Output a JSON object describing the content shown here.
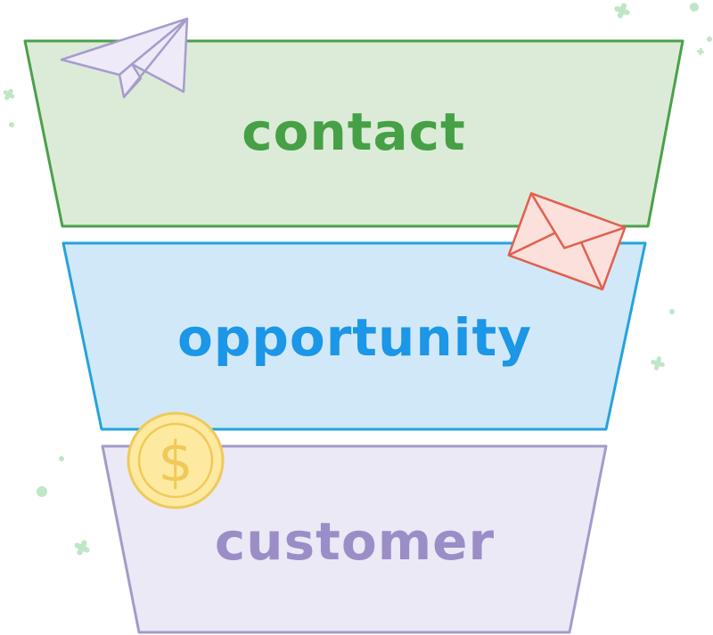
{
  "funnel": {
    "stages": [
      {
        "label": "contact",
        "fill": "#dcebd8",
        "stroke": "#4aa14a",
        "text_color": "#45a046"
      },
      {
        "label": "opportunity",
        "fill": "#d1e8f8",
        "stroke": "#24a3dd",
        "text_color": "#1c96e6"
      },
      {
        "label": "customer",
        "fill": "#ebe9f5",
        "stroke": "#a59ac9",
        "text_color": "#9b8ec7"
      }
    ],
    "decorations": {
      "paper_plane": {
        "icon": "paper-plane-icon",
        "fill": "#eeeaf7",
        "stroke": "#a69ccc"
      },
      "envelope": {
        "icon": "envelope-icon",
        "fill": "#fbe0dc",
        "stroke": "#e0604d"
      },
      "coin": {
        "icon": "dollar-coin-icon",
        "symbol": "$",
        "fill": "#fdeaa0",
        "stroke": "#f0c95a"
      },
      "sparkle_color": "#bfe6c6"
    }
  }
}
